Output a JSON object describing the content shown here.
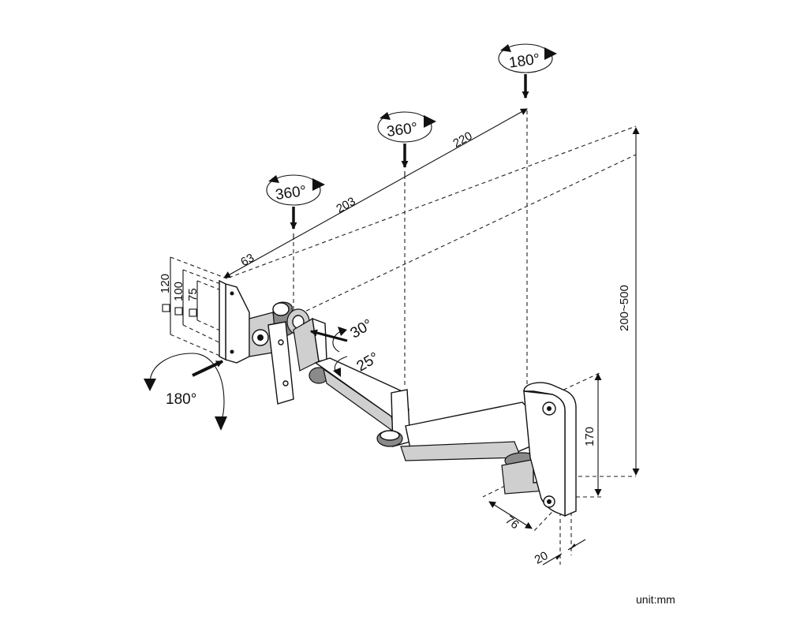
{
  "dimensions": {
    "d63": "63",
    "d203": "203",
    "d220": "220",
    "d200_500": "200~500",
    "d170": "170",
    "d76": "76",
    "d20": "20",
    "vesa_120": "120",
    "vesa_100": "100",
    "vesa_75": "75"
  },
  "rotations": {
    "swivel1": "360°",
    "swivel2": "360°",
    "wall_swivel": "180°",
    "tilt_up": "30°",
    "tilt_down": "25°",
    "rotate": "180°"
  },
  "unit_label": "unit:mm"
}
